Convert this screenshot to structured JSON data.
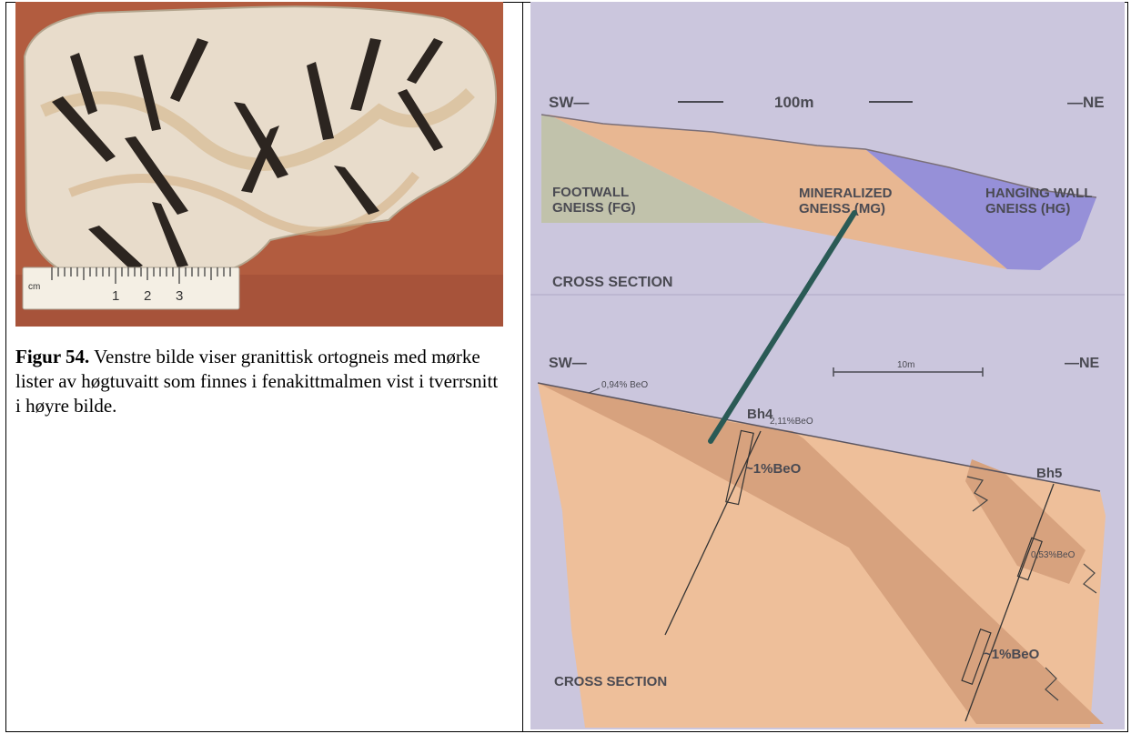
{
  "caption": {
    "label": "Figur 54.",
    "text": " Venstre bilde viser granittisk ortogneis med mørke lister av høgtuvaitt som finnes i fenakittmalmen vist i tverrsnitt i høyre bilde."
  },
  "scale_bar": {
    "unit": "cm",
    "ticks": [
      "1",
      "2",
      "3"
    ]
  },
  "diagram": {
    "top": {
      "left_dir": "SW—",
      "right_dir": "—NE",
      "scale": "100m",
      "footwall_line1": "FOOTWALL",
      "footwall_line2": "GNEISS (FG)",
      "mineral_line1": "MINERALIZED",
      "mineral_line2": "GNEISS (MG)",
      "hanging_line1": "HANGING WALL",
      "hanging_line2": "GNEISS (HG)",
      "section_label": "CROSS SECTION"
    },
    "bottom": {
      "left_dir": "SW—",
      "right_dir": "—NE",
      "scale": "10m",
      "grade_surface": "0,94% BeO",
      "bh4": "Bh4",
      "bh4_grade": "2,11%BeO",
      "grade_mid": "~1%BeO",
      "bh5": "Bh5",
      "bh5_grade": "0,53%BeO",
      "grade_low": "~1%BeO",
      "section_label": "CROSS SECTION"
    }
  },
  "colors": {
    "paper": "#cbc6dd",
    "footwall": "#c1c2ab",
    "mineralized": "#e8b792",
    "hanging": "#9690d8",
    "ore_zone": "#d7a27e",
    "drill_line": "#2a5a55",
    "photo_background": "#b05a3e"
  }
}
